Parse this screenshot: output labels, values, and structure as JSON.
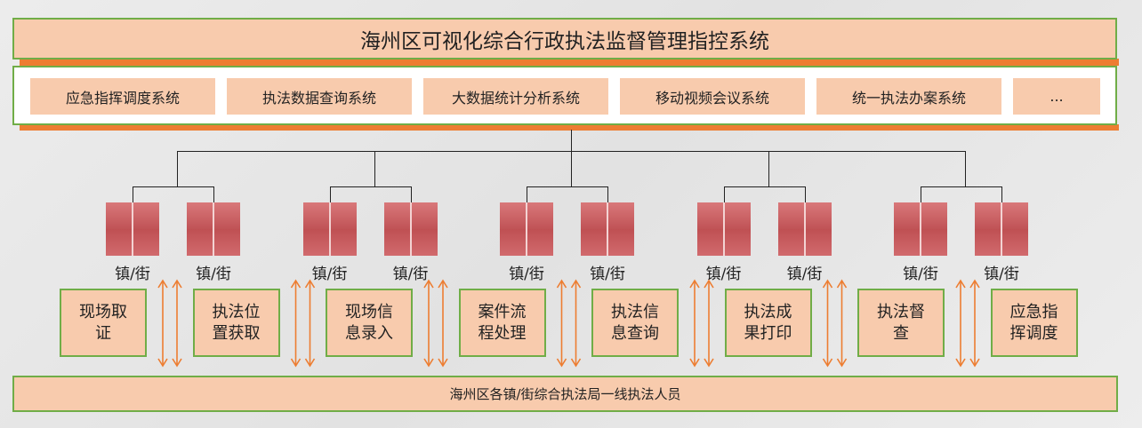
{
  "title": "海州区可视化综合行政执法监督管理指控系统",
  "subsystems": [
    "应急指挥调度系统",
    "执法数据查询系统",
    "大数据统计分析系统",
    "移动视频会议系统",
    "统一执法办案系统",
    "..."
  ],
  "town_label": "镇/街",
  "town_count": 10,
  "functions": [
    "现场取证",
    "执法位置获取",
    "现场信息录入",
    "案件流程处理",
    "执法信息查询",
    "执法成果打印",
    "执法督查",
    "应急指挥调度"
  ],
  "bottom": "海州区各镇/街综合执法局一线执法人员",
  "colors": {
    "peach": "#f8cbad",
    "green_border": "#70ad47",
    "orange": "#ed7d31",
    "red_block": "#c0504d"
  }
}
